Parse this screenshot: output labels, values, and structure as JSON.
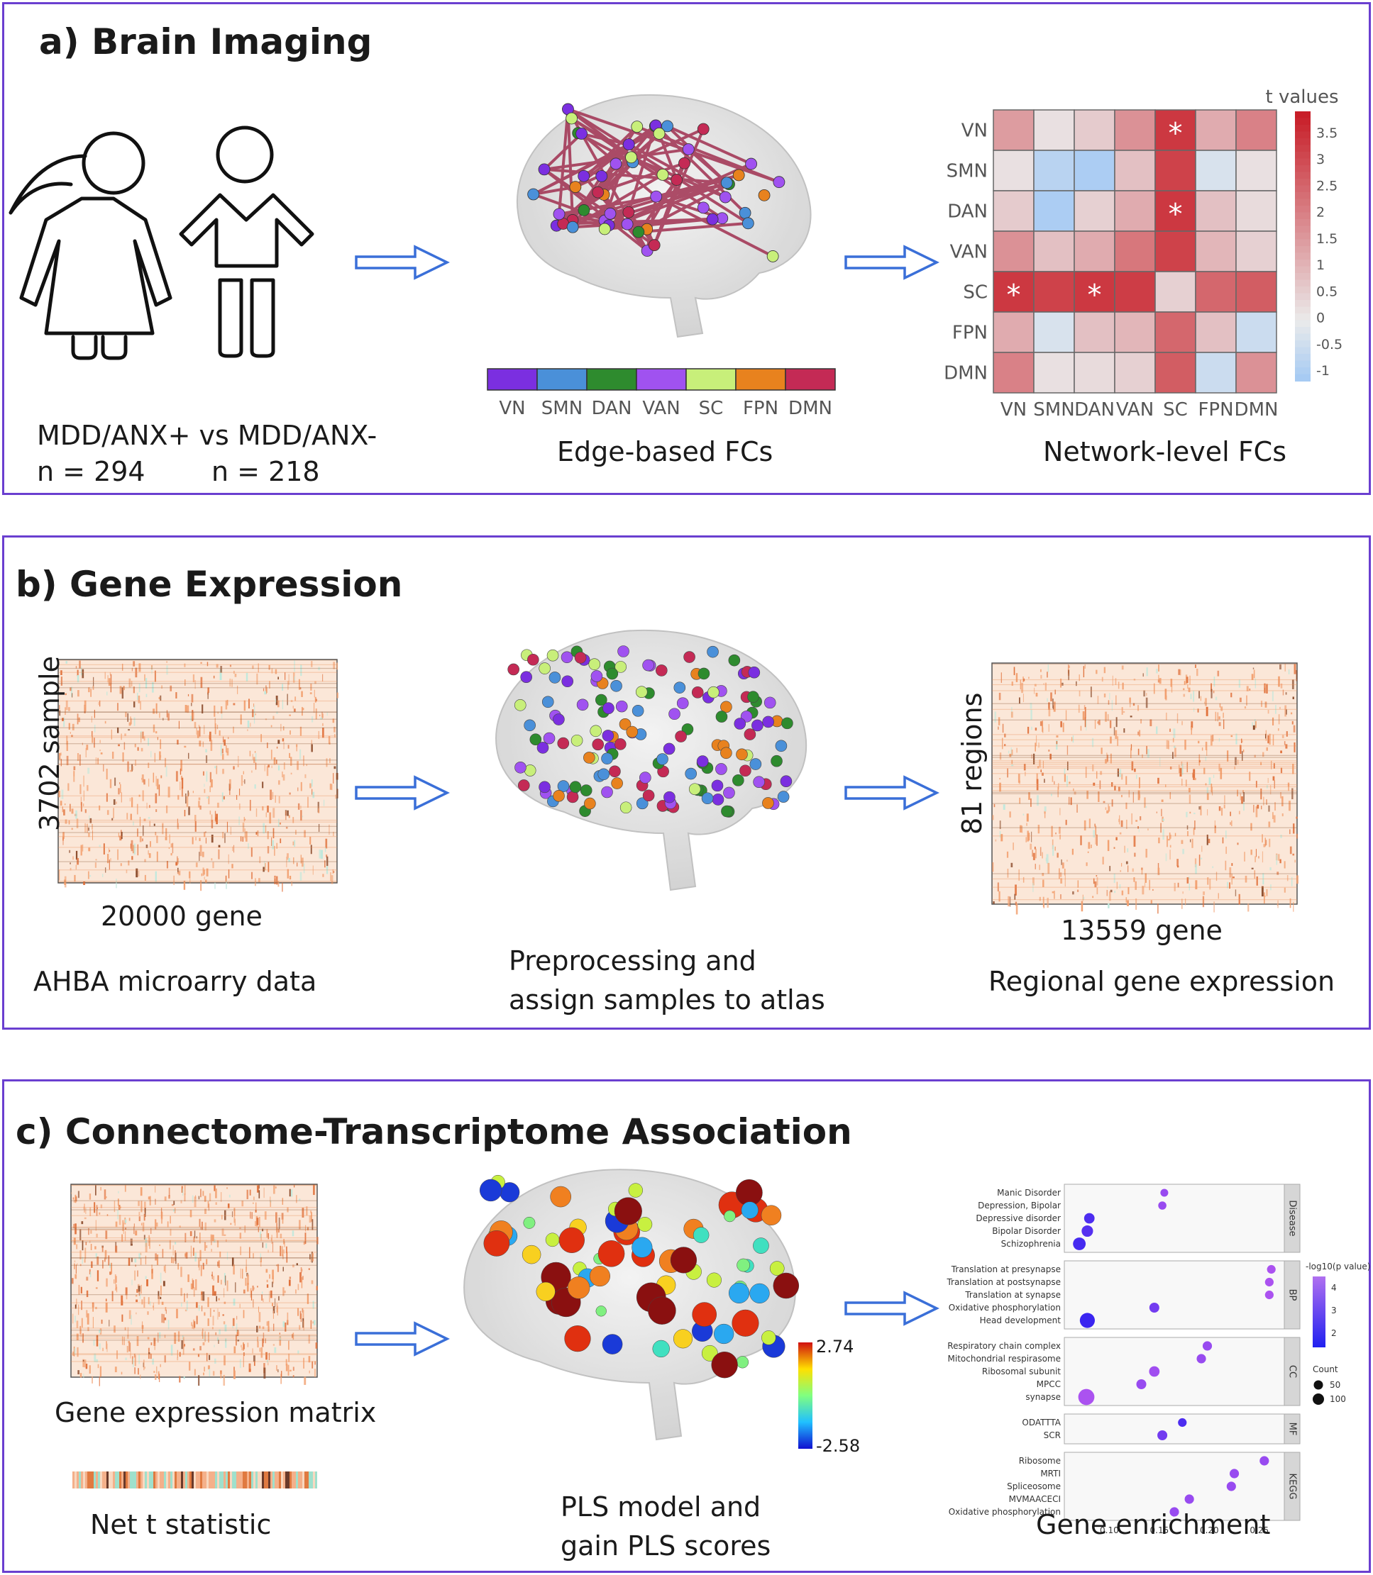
{
  "panel_a": {
    "title": "a) Brain Imaging",
    "group_labels": "MDD/ANX+ vs MDD/ANX-",
    "n_left": "n = 294",
    "n_right": "n = 218",
    "edge_caption": "Edge-based FCs",
    "network_caption": "Network-level FCs",
    "network_legend": [
      {
        "name": "VN",
        "color": "#7b2fe0"
      },
      {
        "name": "SMN",
        "color": "#4a90d9"
      },
      {
        "name": "DAN",
        "color": "#2e8b2e"
      },
      {
        "name": "VAN",
        "color": "#a052f0"
      },
      {
        "name": "SC",
        "color": "#c8ef7a"
      },
      {
        "name": "FPN",
        "color": "#e8821e"
      },
      {
        "name": "DMN",
        "color": "#c42a55"
      }
    ]
  },
  "panel_b": {
    "title": "b) Gene Expression",
    "left_ylabel": "3702 sample",
    "left_xlabel": "20000 gene",
    "left_caption": "AHBA microarry data",
    "mid_caption_1": "Preprocessing and",
    "mid_caption_2": "assign samples to atlas",
    "right_ylabel": "81 regions",
    "right_xlabel": "13559 gene",
    "right_caption": "Regional gene expression"
  },
  "panel_c": {
    "title": "c) Connectome-Transcriptome Association",
    "matrix_caption": "Gene expression matrix",
    "net_caption": "Net t statistic",
    "pls_caption_1": "PLS model and",
    "pls_caption_2": "gain PLS scores",
    "colorbar_max": "2.74",
    "colorbar_min": "-2.58",
    "enrichment_caption": "Gene enrichment",
    "legend_pval_title": "-log10(p value)",
    "legend_count_title": "Count"
  },
  "chart_data": [
    {
      "type": "heatmap",
      "title": "",
      "colorbar_label": "t values",
      "rows": [
        "VN",
        "SMN",
        "DAN",
        "VAN",
        "SC",
        "FPN",
        "DMN"
      ],
      "cols": [
        "VN",
        "SMN",
        "DAN",
        "VAN",
        "SC",
        "FPN",
        "DMN"
      ],
      "values": [
        [
          1.5,
          0.2,
          0.6,
          1.7,
          3.4,
          1.2,
          2.0
        ],
        [
          0.2,
          -0.8,
          -1.0,
          0.8,
          3.2,
          -0.3,
          0.2
        ],
        [
          0.6,
          -1.0,
          0.5,
          1.2,
          3.4,
          0.8,
          0.3
        ],
        [
          1.7,
          0.8,
          1.2,
          2.2,
          3.2,
          1.0,
          0.5
        ],
        [
          3.4,
          3.2,
          3.4,
          3.3,
          0.5,
          2.5,
          2.7
        ],
        [
          1.2,
          -0.3,
          0.8,
          1.0,
          2.5,
          0.8,
          -0.5
        ],
        [
          2.0,
          0.2,
          0.3,
          0.5,
          2.7,
          -0.5,
          1.7
        ]
      ],
      "significant": [
        [
          0,
          4
        ],
        [
          2,
          4
        ],
        [
          4,
          0
        ],
        [
          4,
          2
        ]
      ],
      "colorbar_ticks": [
        "3.5",
        "3",
        "2.5",
        "2",
        "1.5",
        "1",
        "0.5",
        "0",
        "-0.5",
        "-1"
      ],
      "zlim": [
        -1.2,
        3.9
      ]
    },
    {
      "type": "scatter",
      "title": "",
      "facets": [
        {
          "name": "Disease",
          "terms": [
            {
              "term": "Manic Disorder",
              "x": 0.155,
              "count": 10,
              "logp": 4.0
            },
            {
              "term": "Depression, Bipolar",
              "x": 0.153,
              "count": 12,
              "logp": 4.0
            },
            {
              "term": "Depressive disorder",
              "x": 0.08,
              "count": 30,
              "logp": 2.0
            },
            {
              "term": "Bipolar Disorder",
              "x": 0.078,
              "count": 40,
              "logp": 2.2
            },
            {
              "term": "Schizophrenia",
              "x": 0.07,
              "count": 55,
              "logp": 1.8
            }
          ]
        },
        {
          "name": "BP",
          "terms": [
            {
              "term": "Translation at presynapse",
              "x": 0.262,
              "count": 15,
              "logp": 4.5
            },
            {
              "term": "Translation at postsynapse",
              "x": 0.26,
              "count": 15,
              "logp": 4.5
            },
            {
              "term": "Translation at synapse",
              "x": 0.26,
              "count": 15,
              "logp": 4.5
            },
            {
              "term": "Oxidative phosphorylation",
              "x": 0.145,
              "count": 25,
              "logp": 3.0
            },
            {
              "term": "Head development",
              "x": 0.078,
              "count": 90,
              "logp": 1.5
            }
          ]
        },
        {
          "name": "CC",
          "terms": [
            {
              "term": "Respiratory chain complex",
              "x": 0.198,
              "count": 20,
              "logp": 4.0
            },
            {
              "term": "Mitochondrial respirasome",
              "x": 0.192,
              "count": 20,
              "logp": 4.0
            },
            {
              "term": "Ribosomal subunit",
              "x": 0.145,
              "count": 30,
              "logp": 4.2
            },
            {
              "term": "MPCC",
              "x": 0.132,
              "count": 25,
              "logp": 4.0
            },
            {
              "term": "synapse",
              "x": 0.077,
              "count": 110,
              "logp": 4.5
            }
          ]
        },
        {
          "name": "MF",
          "terms": [
            {
              "term": "ODATTTA",
              "x": 0.173,
              "count": 15,
              "logp": 2.0
            },
            {
              "term": "SCR",
              "x": 0.153,
              "count": 25,
              "logp": 3.0
            }
          ]
        },
        {
          "name": "KEGG",
          "terms": [
            {
              "term": "Ribosome",
              "x": 0.255,
              "count": 20,
              "logp": 4.0
            },
            {
              "term": "MRTI",
              "x": 0.225,
              "count": 20,
              "logp": 4.0
            },
            {
              "term": "Spliceosome",
              "x": 0.222,
              "count": 20,
              "logp": 4.0
            },
            {
              "term": "MVMAACECI",
              "x": 0.18,
              "count": 20,
              "logp": 4.0
            },
            {
              "term": "Oxidative phosphorylation",
              "x": 0.165,
              "count": 20,
              "logp": 4.0
            }
          ]
        }
      ],
      "x_ticks": [
        "0.10",
        "0.15",
        "0.20",
        "0.25"
      ],
      "xlim": [
        0.055,
        0.275
      ],
      "pval_ticks": [
        "4",
        "3",
        "2"
      ],
      "count_ticks": [
        "50",
        "100"
      ]
    }
  ]
}
